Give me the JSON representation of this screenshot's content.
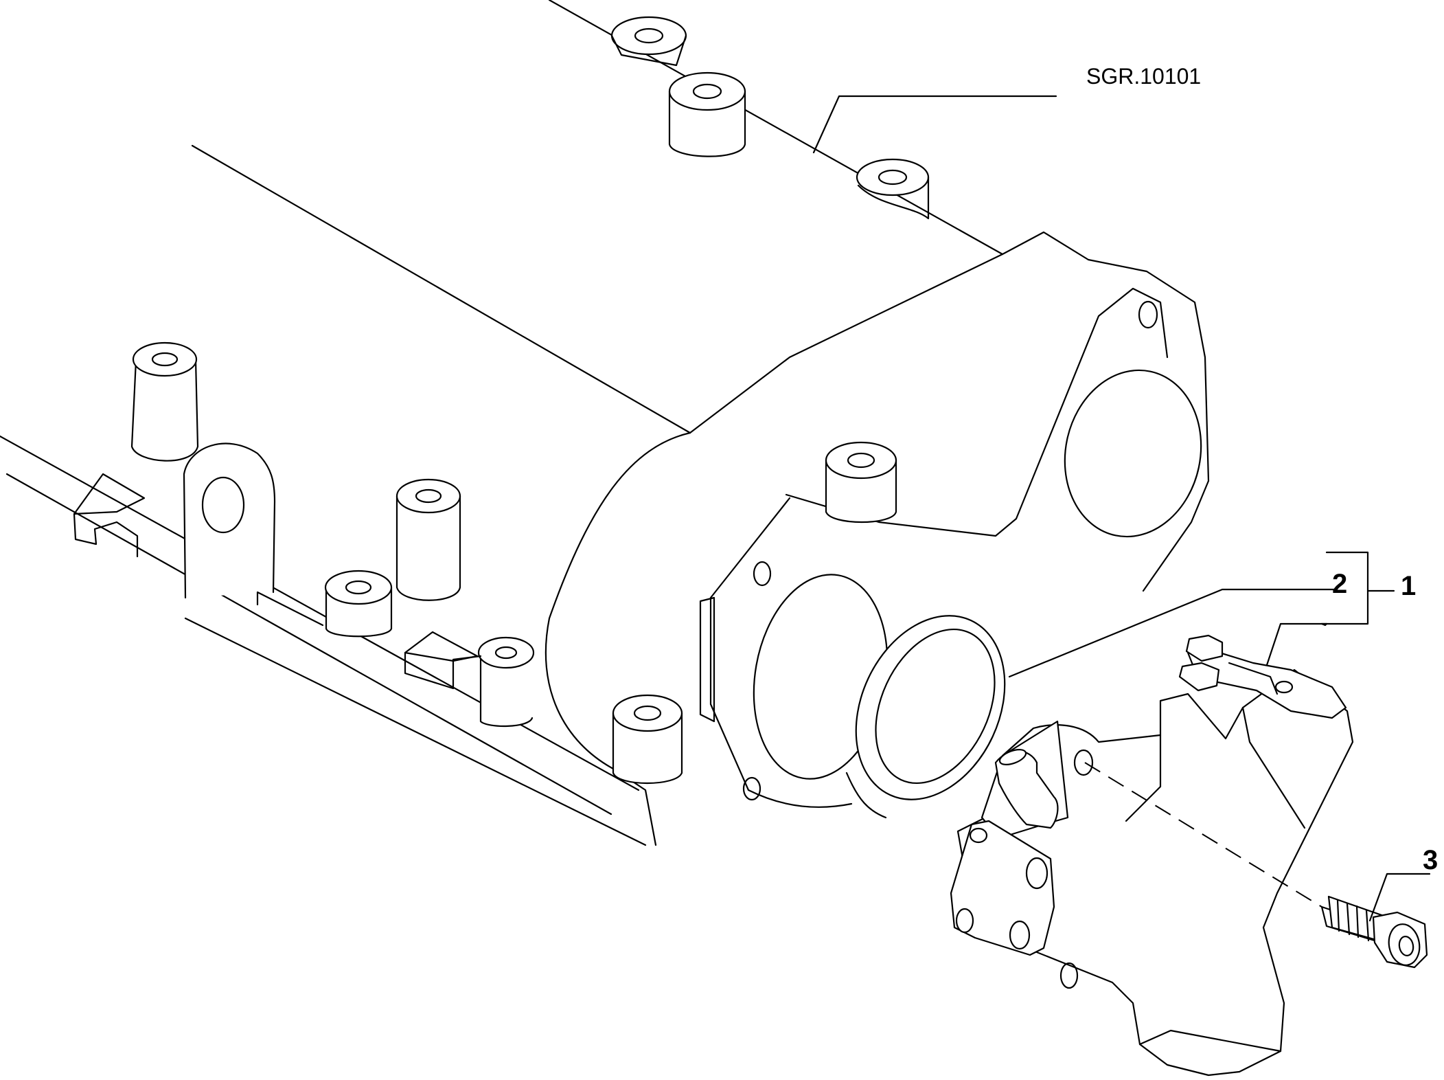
{
  "diagram": {
    "reference_code": "SGR.10101",
    "callouts": [
      {
        "id": "1",
        "label": "1"
      },
      {
        "id": "2",
        "label": "2"
      },
      {
        "id": "3",
        "label": "3"
      }
    ]
  },
  "colors": {
    "line": "#000000",
    "background": "#ffffff"
  }
}
